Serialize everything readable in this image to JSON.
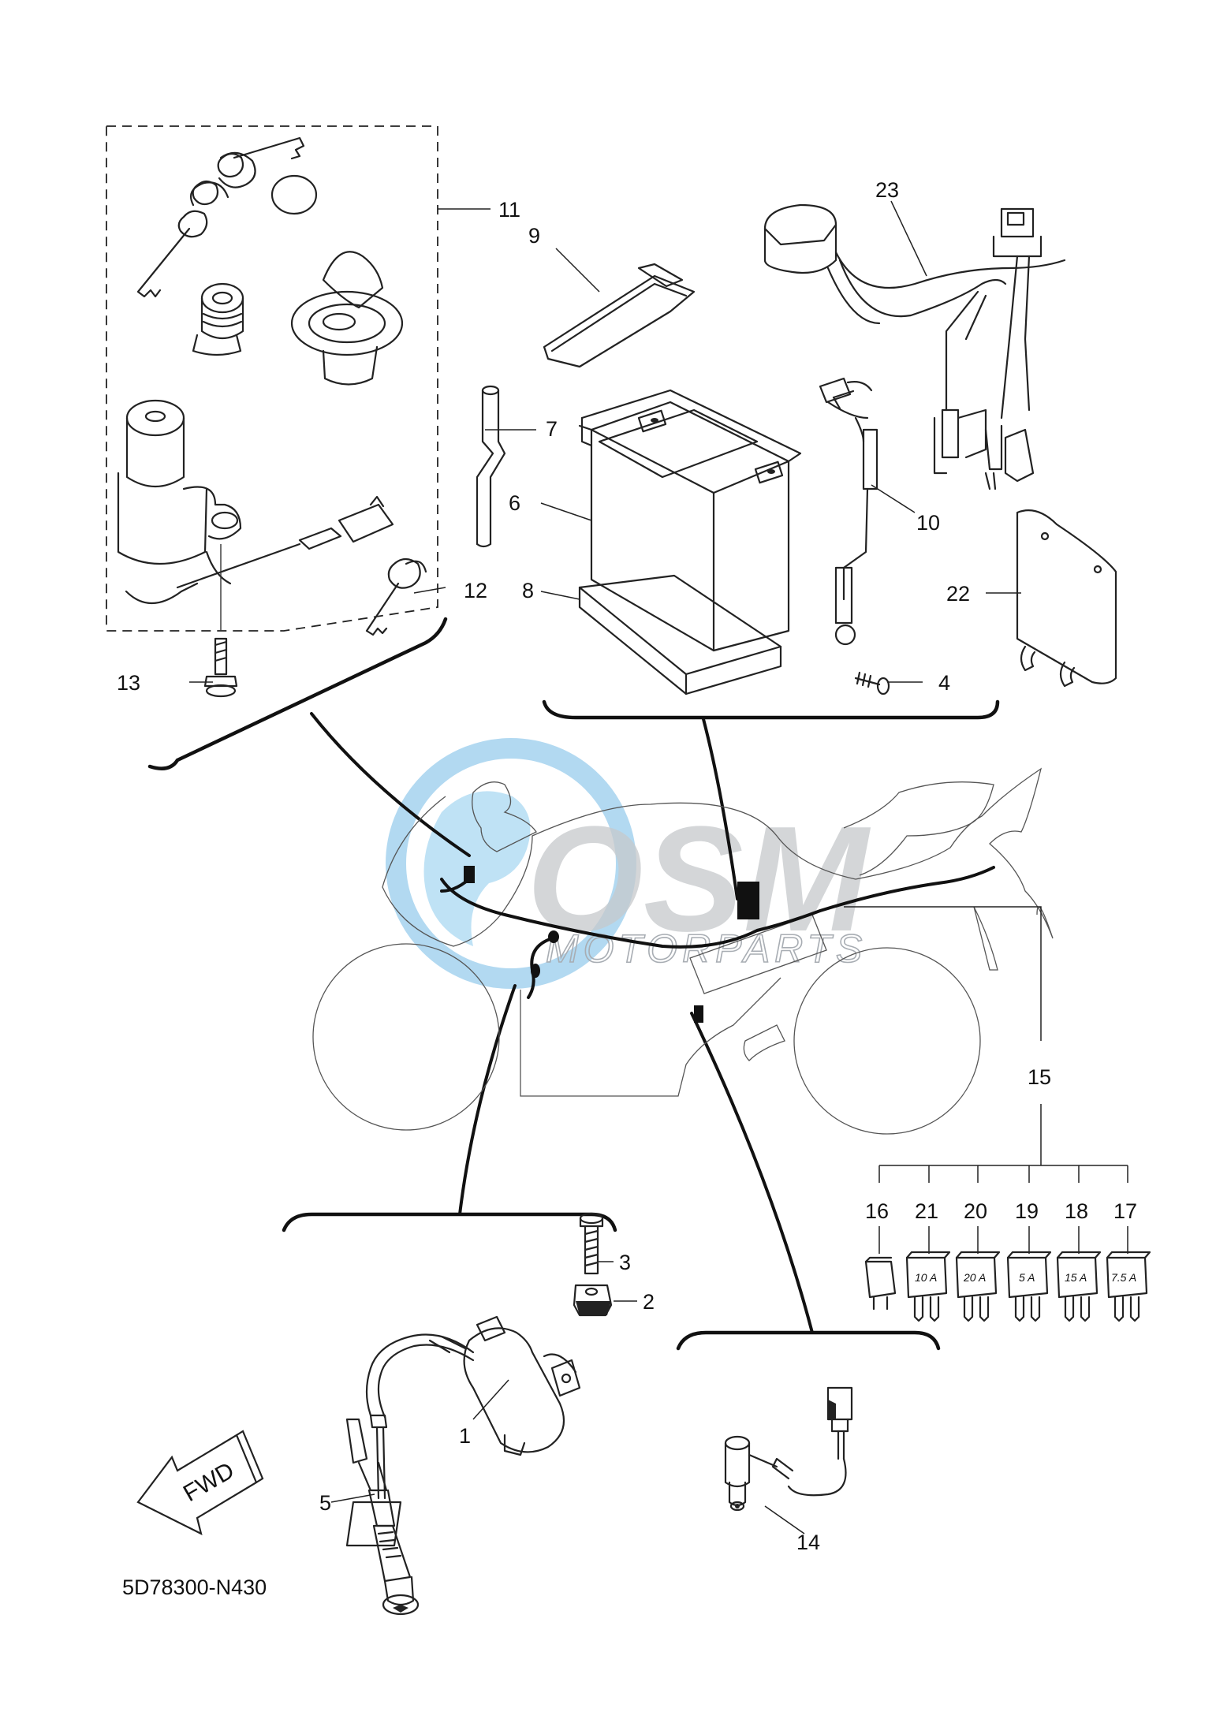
{
  "diagram_code": "5D78300-N430",
  "watermark": {
    "logo_text": "OSM",
    "sub_text": "MOTORPARTS"
  },
  "fwd_label": "FWD",
  "callouts": {
    "c1": "1",
    "c2": "2",
    "c3": "3",
    "c4": "4",
    "c5": "5",
    "c6": "6",
    "c7": "7",
    "c8": "8",
    "c9": "9",
    "c10": "10",
    "c11": "11",
    "c12": "12",
    "c13": "13",
    "c14": "14",
    "c15": "15",
    "c16": "16",
    "c17": "17",
    "c18": "18",
    "c19": "19",
    "c20": "20",
    "c21": "21",
    "c22": "22",
    "c23": "23"
  },
  "fuse_ratings": {
    "f21": "10 A",
    "f20": "20 A",
    "f19": "5 A",
    "f18": "15 A",
    "f17": "7.5 A"
  },
  "colors": {
    "line": "#222222",
    "watermark_blue": "#9fd0ee",
    "watermark_gray": "#c6c9cc"
  },
  "icons": [
    "key-set-icon",
    "battery-icon",
    "ignition-coil-icon",
    "fuse-icon",
    "relay-icon",
    "sensor-icon",
    "fwd-arrow-icon"
  ]
}
